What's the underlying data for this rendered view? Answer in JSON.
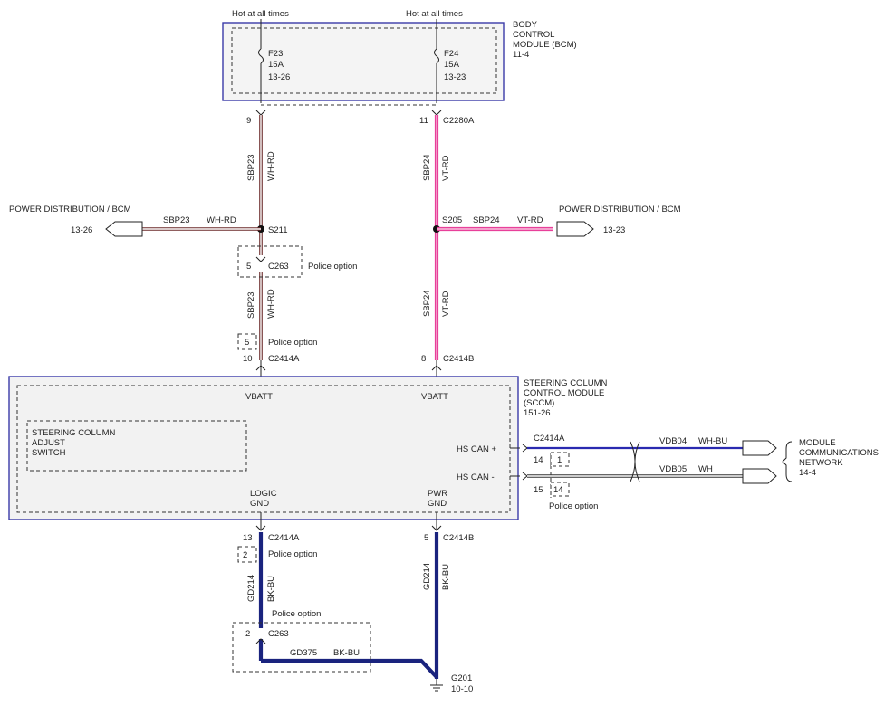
{
  "bcm": {
    "title_lines": [
      "BODY",
      "CONTROL",
      "MODULE (BCM)",
      "11-4"
    ],
    "supply_left": "Hot at all times",
    "supply_right": "Hot at all times",
    "fuse_left": {
      "name": "F23",
      "rating": "15A",
      "ref": "13-26"
    },
    "fuse_right": {
      "name": "F24",
      "rating": "15A",
      "ref": "13-23"
    }
  },
  "left_branch": {
    "pin_top": "9",
    "circuit_top": "SBP23",
    "color_top": "WH-RD",
    "splice": "S211",
    "dist_label": "POWER DISTRIBUTION / BCM",
    "dist_ref": "13-26",
    "dist_circuit": "SBP23",
    "dist_color": "WH-RD",
    "police_pin": "5",
    "police_conn": "C263",
    "police_label": "Police option",
    "circuit_mid": "SBP23",
    "color_mid": "WH-RD",
    "police_pin2": "5",
    "police_label2": "Police option",
    "pin_bottom": "10",
    "conn_bottom": "C2414A"
  },
  "right_branch": {
    "pin_top": "11",
    "conn_top": "C2280A",
    "circuit_top": "SBP24",
    "color_top": "VT-RD",
    "splice": "S205",
    "dist_label": "POWER DISTRIBUTION / BCM",
    "dist_ref": "13-23",
    "dist_circuit": "SBP24",
    "dist_color": "VT-RD",
    "circuit_mid": "SBP24",
    "color_mid": "VT-RD",
    "pin_bottom": "8",
    "conn_bottom": "C2414B"
  },
  "sccm": {
    "title_lines": [
      "STEERING COLUMN",
      "CONTROL MODULE",
      "(SCCM)",
      "151-26"
    ],
    "vbatt_left": "VBATT",
    "vbatt_right": "VBATT",
    "switch_lines": [
      "STEERING COLUMN",
      "ADJUST",
      "SWITCH"
    ],
    "hs_can_plus": "HS CAN +",
    "hs_can_minus": "HS CAN -",
    "logic_gnd": [
      "LOGIC",
      "GND"
    ],
    "pwr_gnd": [
      "PWR",
      "GND"
    ]
  },
  "can": {
    "conn": "C2414A",
    "pin_plus": "14",
    "pin_plus_alt": "1",
    "pin_minus": "15",
    "pin_minus_alt": "14",
    "police_label": "Police option",
    "vdb04": "VDB04",
    "vdb04_color": "WH-BU",
    "vdb05": "VDB05",
    "vdb05_color": "WH",
    "network_lines": [
      "MODULE",
      "COMMUNICATIONS",
      "NETWORK",
      "14-4"
    ]
  },
  "ground": {
    "left_pin": "13",
    "left_conn": "C2414A",
    "left_police_pin": "2",
    "left_police_label": "Police option",
    "left_circuit": "GD214",
    "left_color": "BK-BU",
    "c263_label": "Police option",
    "c263_pin": "2",
    "c263_conn": "C263",
    "gd375": "GD375",
    "gd375_color": "BK-BU",
    "right_pin": "5",
    "right_conn": "C2414B",
    "right_circuit": "GD214",
    "right_color": "BK-BU",
    "g201": "G201",
    "g201_ref": "10-10"
  },
  "colors": {
    "vt_rd": "#e8409a",
    "bk_bu": "#1a237e",
    "wh_bu": "#2a2ab0",
    "wh_rd_dark": "#6b2a2a",
    "module_border": "#3a3aa8"
  }
}
